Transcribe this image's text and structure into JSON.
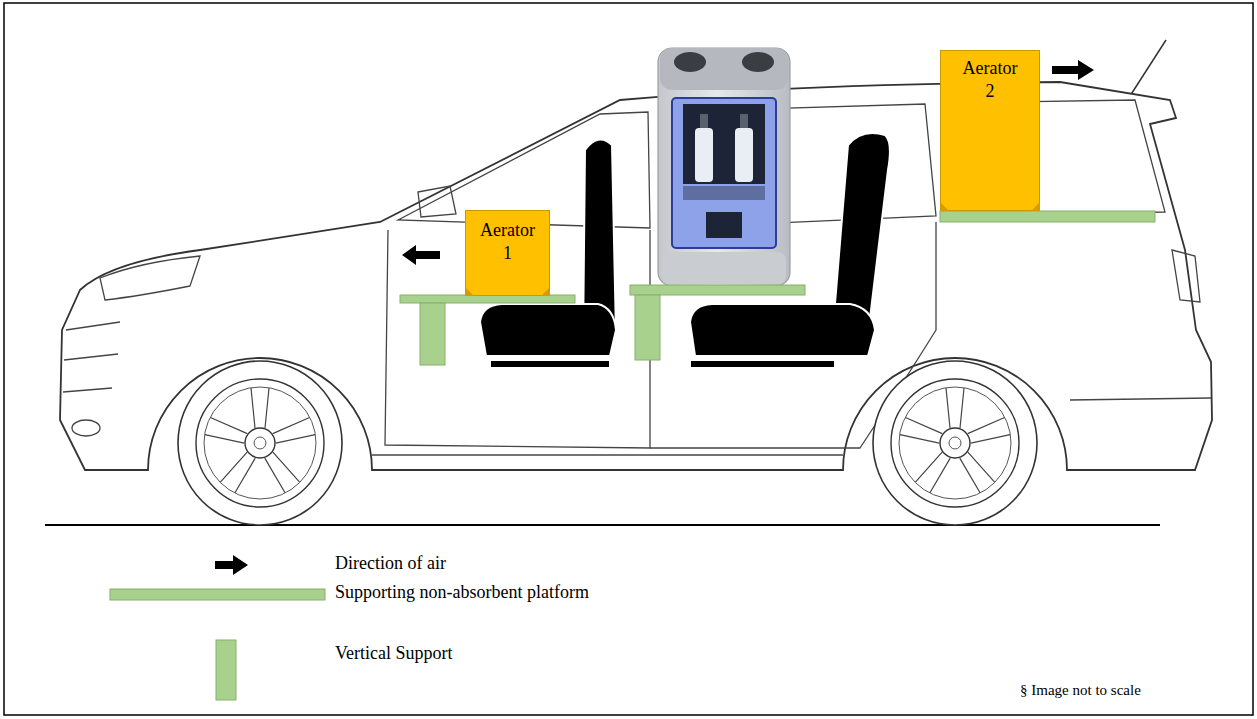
{
  "diagram": {
    "nodes": [
      {
        "text": [
          "Aerator 1"
        ]
      },
      {
        "text": [
          "Aerator 2"
        ]
      }
    ],
    "labels": [
      "§ Image not to scale"
    ],
    "legend": [
      {
        "text": "Direction of air"
      },
      {
        "text": "Supporting non-absorbent platform",
        "color": "#a9d18e"
      },
      {
        "text": "Vertical Support",
        "color": "#a9d18e"
      }
    ]
  }
}
